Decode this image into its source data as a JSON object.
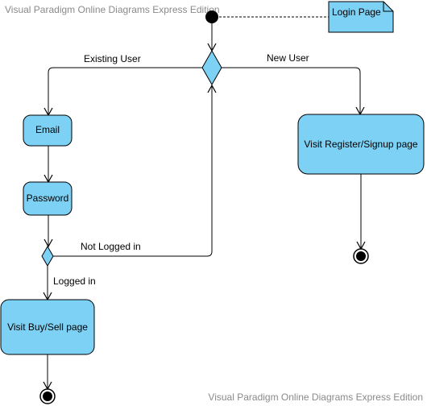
{
  "watermark": {
    "top": "Visual Paradigm Online Diagrams Express Edition",
    "bottom": "Visual Paradigm Online Diagrams Express Edition"
  },
  "colors": {
    "node_fill": "#7dd1f5",
    "stroke": "#000000",
    "edge": "#000000"
  },
  "nodes": {
    "note": "Login Page",
    "email": "Email",
    "password": "Password",
    "register": "Visit Register/Signup page",
    "buysell": "Visit Buy/Sell page"
  },
  "edges": {
    "existing_user": "Existing User",
    "new_user": "New User",
    "not_logged_in": "Not Logged in",
    "logged_in": "Logged in"
  }
}
